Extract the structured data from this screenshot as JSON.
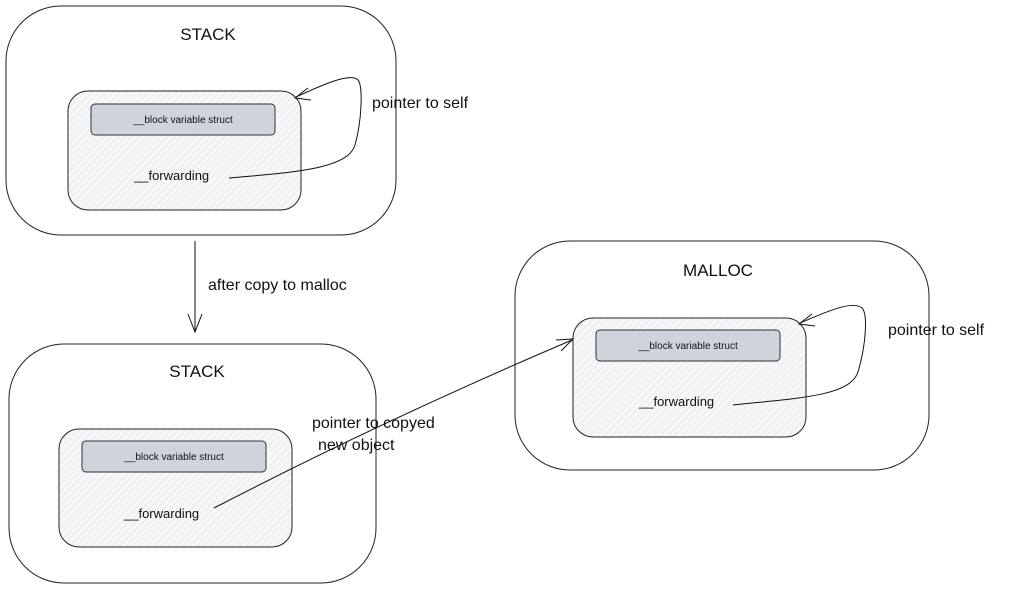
{
  "stack_top": {
    "title": "STACK",
    "struct_label": "__block variable struct",
    "forwarding_label": "__forwarding",
    "arrow_label": "pointer to self"
  },
  "transition": {
    "label": "after copy to malloc"
  },
  "stack_bottom": {
    "title": "STACK",
    "struct_label": "__block variable struct",
    "forwarding_label": "__forwarding",
    "arrow_label_line1": "pointer to copyed",
    "arrow_label_line2": "new object"
  },
  "malloc": {
    "title": "MALLOC",
    "struct_label": "__block variable struct",
    "forwarding_label": "__forwarding",
    "arrow_label": "pointer to self"
  }
}
